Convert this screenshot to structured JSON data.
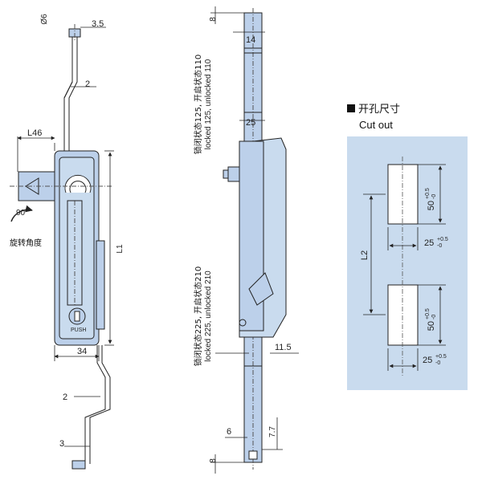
{
  "colors": {
    "accent": "#bcd0ea",
    "panel": "#c9dbee",
    "line": "#222222",
    "center_line": "#555555"
  },
  "left_view": {
    "dia_label": "Ø6",
    "dim_top_offset": "3.5",
    "dim_bend_upper": "2",
    "dim_handle_reach": "L46",
    "rotation_angle": "90°",
    "rotation_caption": "旋转角度",
    "dim_overall_length": "L1",
    "push_text": "PUSH",
    "dim_width": "34",
    "dim_bend_lower": "2",
    "dim_bottom_offset": "3"
  },
  "side_view": {
    "dim_top": "8",
    "dim_rod_width": "14",
    "dim_handle_width": "25",
    "note_upper_cn": "锁闭状态125, 开启状态110",
    "note_upper_en": "locked 125, unlocked 110",
    "note_lower_cn": "锁闭状态225, 开启状态210",
    "note_lower_en": "locked 225, unlocked 210",
    "dim_depth": "11.5",
    "dim_hole": "6",
    "dim_end_offset": "7.7",
    "dim_bottom": "8"
  },
  "cutout": {
    "title_cn": "开孔尺寸",
    "title_en": "Cut out",
    "height_nominal": "50",
    "height_tol_upper": "+0.5",
    "height_tol_lower": "-0",
    "width_nominal": "25",
    "width_tol_upper": "+0.5",
    "width_tol_lower": "-0",
    "spacing_label": "L2"
  }
}
